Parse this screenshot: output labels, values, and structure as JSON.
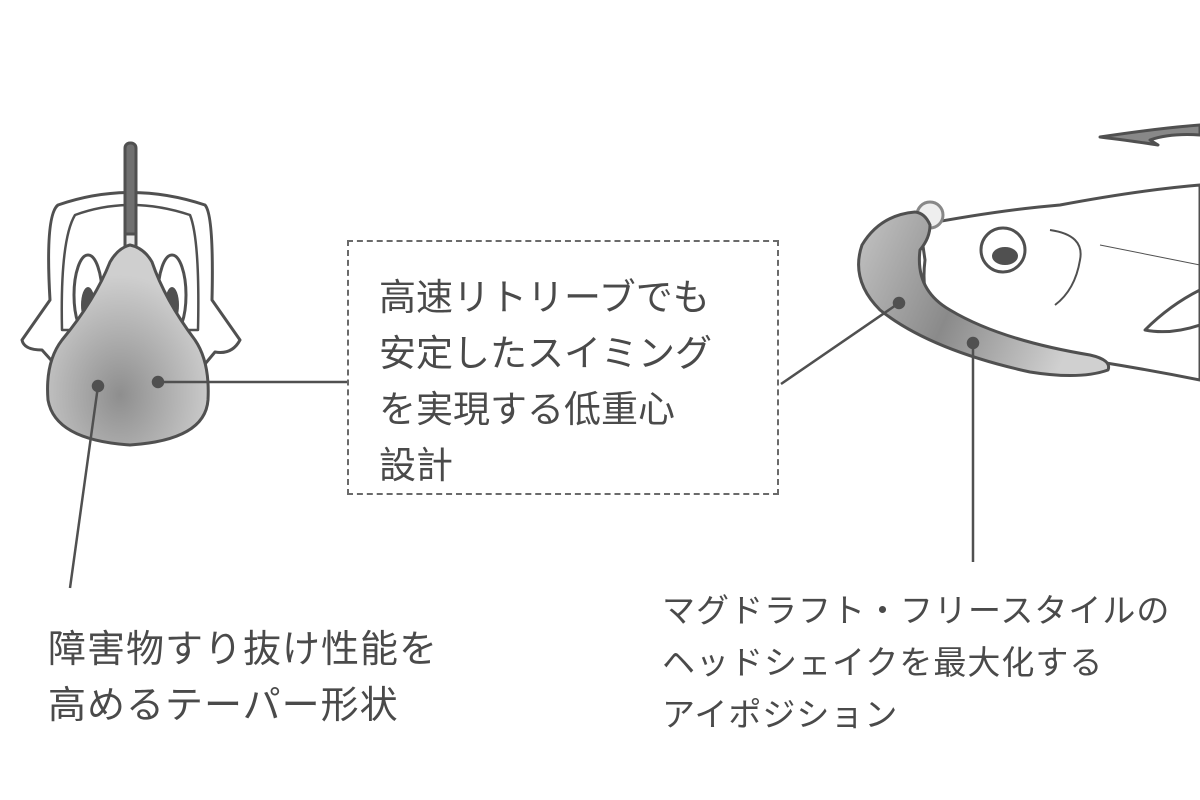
{
  "center_callout": {
    "lines": [
      "高速リトリーブでも",
      "安定したスイミング",
      "を実現する低重心",
      "設計"
    ]
  },
  "left_caption": {
    "lines": [
      "障害物すり抜け性能を",
      "高めるテーパー形状"
    ]
  },
  "right_caption": {
    "lines": [
      "マグドラフト・フリースタイルの",
      "ヘッドシェイクを最大化する",
      "アイポジション"
    ]
  },
  "colors": {
    "stroke": "#505050",
    "fill_light": "#c8c8c8",
    "fill_dark": "#8a8a8a",
    "text": "#4a4a4a"
  }
}
